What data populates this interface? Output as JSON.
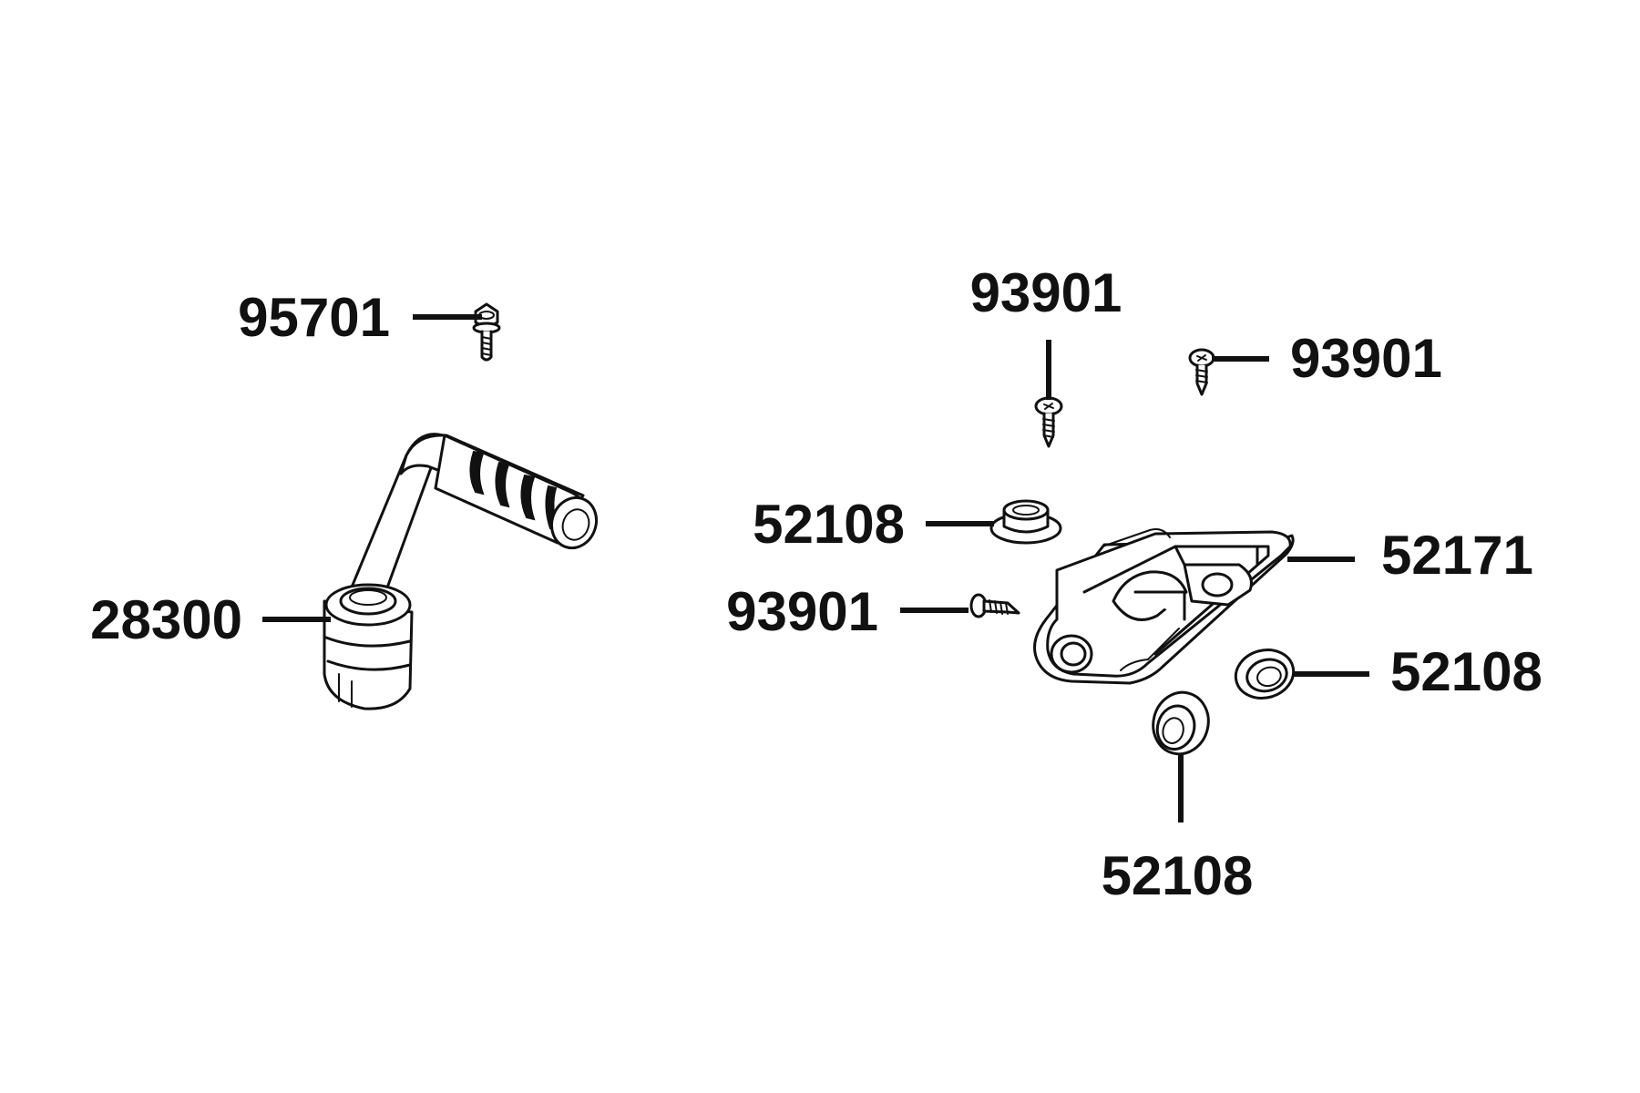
{
  "diagram": {
    "callouts": [
      {
        "id": "c1",
        "part_number": "95701"
      },
      {
        "id": "c2",
        "part_number": "28300"
      },
      {
        "id": "c3",
        "part_number": "93901"
      },
      {
        "id": "c4",
        "part_number": "93901"
      },
      {
        "id": "c5",
        "part_number": "52108"
      },
      {
        "id": "c6",
        "part_number": "93901"
      },
      {
        "id": "c7",
        "part_number": "52171"
      },
      {
        "id": "c8",
        "part_number": "52108"
      },
      {
        "id": "c9",
        "part_number": "52108"
      }
    ],
    "colors": {
      "ink": "#111111",
      "background": "#ffffff"
    }
  }
}
